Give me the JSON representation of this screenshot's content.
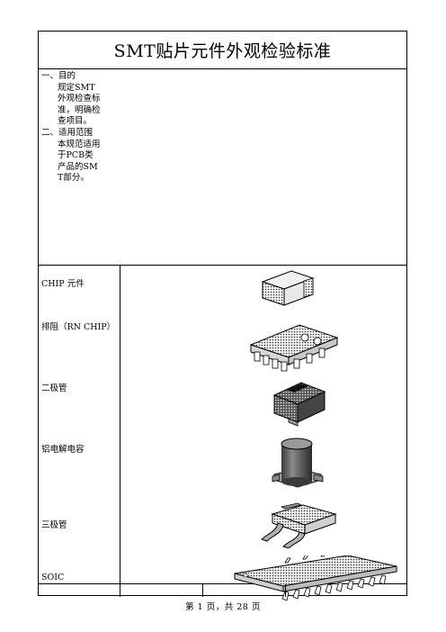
{
  "title": "SMT贴片元件外观检验标准",
  "scope": {
    "lines": [
      {
        "text": "一、目的",
        "indent": false
      },
      {
        "text": "规定SMT外观检查标准，明确检查项目。",
        "indent": true
      },
      {
        "text": "二、适用范围",
        "indent": false
      },
      {
        "text": "本规范适用于PCB类产品的SMT部分。",
        "indent": true
      }
    ]
  },
  "components": [
    {
      "label": "CHIP 元件",
      "icon": "chip-resistor-icon"
    },
    {
      "label": "排阻（RN CHIP）",
      "icon": "resistor-network-icon"
    },
    {
      "label": "二极管",
      "icon": "diode-icon"
    },
    {
      "label": "铝电解电容",
      "icon": "electrolytic-capacitor-icon"
    },
    {
      "label": "三极管",
      "icon": "transistor-icon"
    },
    {
      "label": "SOIC",
      "icon": "soic-icon"
    }
  ],
  "footer": "第 1 页，共 28 页"
}
